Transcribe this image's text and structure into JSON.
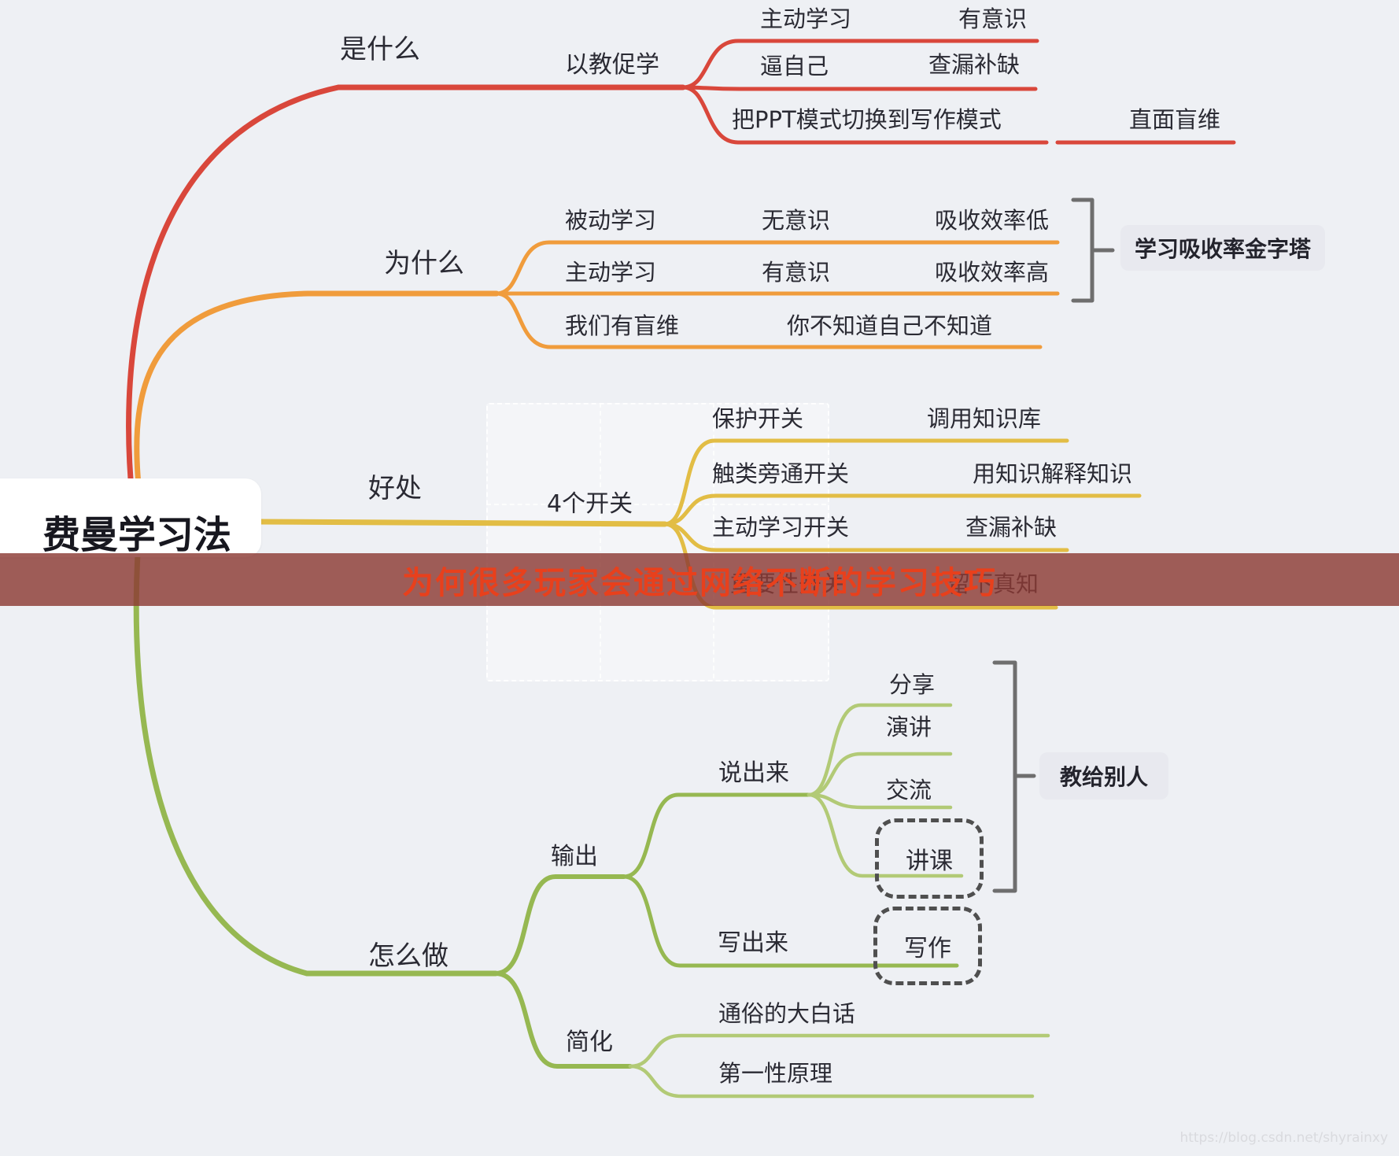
{
  "root": {
    "label": "费曼学习法"
  },
  "branch_what": {
    "label": "是什么",
    "child": "以教促学",
    "rows": [
      {
        "a": "主动学习",
        "b": "有意识"
      },
      {
        "a": "逼自己",
        "b": "查漏补缺"
      },
      {
        "a": "把PPT模式切换到写作模式",
        "b": "直面盲维"
      }
    ]
  },
  "branch_why": {
    "label": "为什么",
    "rows": [
      {
        "a": "被动学习",
        "b": "无意识",
        "c": "吸收效率低"
      },
      {
        "a": "主动学习",
        "b": "有意识",
        "c": "吸收效率高"
      }
    ],
    "blind": {
      "a": "我们有盲维",
      "b": "你不知道自己不知道"
    },
    "summary": "学习吸收率金字塔"
  },
  "branch_benefit": {
    "label": "好处",
    "hub": "4个开关",
    "rows": [
      {
        "a": "保护开关",
        "b": "调用知识库"
      },
      {
        "a": "触类旁通开关",
        "b": "用知识解释知识"
      },
      {
        "a": "主动学习开关",
        "b": "查漏补缺"
      },
      {
        "a": "重要性开关",
        "b": "留下真知"
      }
    ]
  },
  "branch_how": {
    "label": "怎么做",
    "output": {
      "label": "输出"
    },
    "speak": {
      "label": "说出来",
      "items": [
        "分享",
        "演讲",
        "交流"
      ],
      "boxed_item": "讲课"
    },
    "write": {
      "label": "写出来",
      "boxed_item": "写作"
    },
    "teach_summary": "教给别人",
    "simplify": {
      "label": "简化",
      "items": [
        "通俗的大白话",
        "第一性原理"
      ]
    }
  },
  "overlay": {
    "banner_text": "为何很多玩家会通过网络不断的学习技巧"
  },
  "watermark": "https://blog.csdn.net/shyrainxy",
  "colors": {
    "background": "#eef0f4",
    "red": "#d9473b",
    "orange": "#f09c3c",
    "yellow": "#e2bd45",
    "green": "#96b851",
    "green_light": "#b2ca76",
    "bracket_gray": "#6e6e6e",
    "banner_bg": "#8c3a34",
    "banner_text": "#e8401c"
  }
}
